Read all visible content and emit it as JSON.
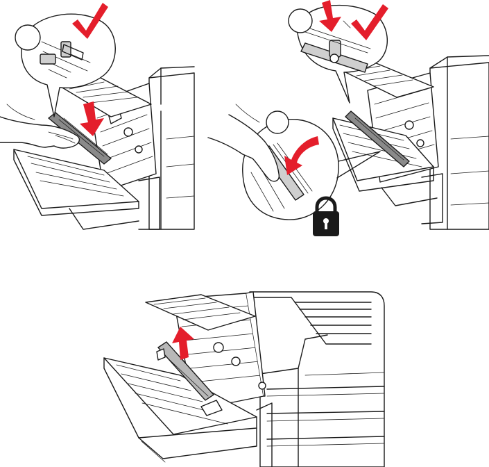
{
  "figure": {
    "steps": [
      {
        "id": "step-1",
        "label": ""
      },
      {
        "id": "step-2",
        "label": ""
      },
      {
        "id": "step-3",
        "label": ""
      }
    ],
    "icons": [
      "checkmark-icon",
      "checkmark-icon",
      "lock-icon",
      "up-arrow-icon",
      "down-arrow-icon",
      "curved-arrow-icon"
    ],
    "colors": {
      "accent": "#e41e2b",
      "line": "#1a1a1a",
      "roller": "#b8b8b8"
    }
  }
}
